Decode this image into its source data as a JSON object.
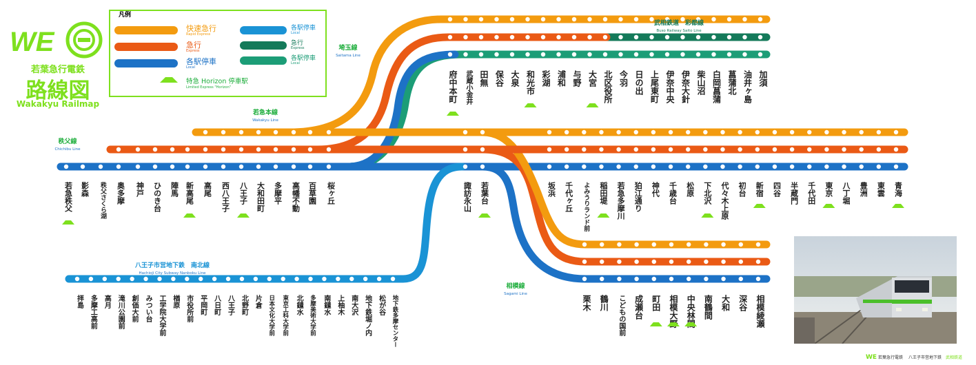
{
  "brand": {
    "logo_text": "WE",
    "name_jp": "若葉急行電鉄",
    "title_jp": "路線図",
    "title_en": "Wakakyu Railmap"
  },
  "legend": {
    "title": "凡例",
    "items": [
      {
        "jp": "快速急行",
        "en": "Rapid Express",
        "color": "#f39b0f"
      },
      {
        "jp": "急行",
        "en": "Express",
        "color": "#ea5a15"
      },
      {
        "jp": "各駅停車",
        "en": "Local",
        "color": "#1d72c6"
      },
      {
        "jp": "各駅停車",
        "en": "Local",
        "color": "#1a93d5"
      },
      {
        "jp": "急行",
        "en": "Express",
        "color": "#147a5a"
      },
      {
        "jp": "各駅停車",
        "en": "Local",
        "color": "#1c9d77"
      }
    ],
    "horizon": {
      "jp": "特急 Horizon 停車駅",
      "en": "Limited Express \"Horizon\""
    }
  },
  "line_labels": {
    "buso": {
      "jp": "武相鉄道　彩都線",
      "en": "Buso Railway Saito Line"
    },
    "saitama": {
      "jp": "埼玉線",
      "en": "Saitama Line"
    },
    "honsen": {
      "jp": "若急本線",
      "en": "Wakakyu Line"
    },
    "chichibu": {
      "jp": "秩父線",
      "en": "Chichibu Line"
    },
    "nanboku": {
      "jp": "八王子市営地下鉄　南北線",
      "en": "Hachioji City Subway Nanboku Line"
    },
    "sagami": {
      "jp": "相模線",
      "en": "Sagami Line"
    }
  },
  "saitama_stations": [
    {
      "name": "府中本町",
      "horizon": true
    },
    {
      "name": "武蔵小金井",
      "horizon": false
    },
    {
      "name": "田無",
      "horizon": false
    },
    {
      "name": "保谷",
      "horizon": false
    },
    {
      "name": "大泉",
      "horizon": false
    },
    {
      "name": "和光市",
      "horizon": true
    },
    {
      "name": "彩湖",
      "horizon": false
    },
    {
      "name": "浦和",
      "horizon": false
    },
    {
      "name": "与野",
      "horizon": false
    },
    {
      "name": "大宮",
      "horizon": true
    },
    {
      "name": "北区役所",
      "horizon": false
    },
    {
      "name": "今羽",
      "horizon": false
    },
    {
      "name": "日の出",
      "horizon": false
    },
    {
      "name": "上尾東町",
      "horizon": false
    },
    {
      "name": "伊奈中央",
      "horizon": false
    },
    {
      "name": "伊奈大針",
      "horizon": false
    },
    {
      "name": "柴山沼",
      "horizon": false
    },
    {
      "name": "白岡菖蒲",
      "horizon": false
    },
    {
      "name": "菖蒲北",
      "horizon": false
    },
    {
      "name": "油井ヶ島",
      "horizon": false
    },
    {
      "name": "加須",
      "horizon": false
    }
  ],
  "honsen_west_stations": [
    {
      "name": "若急秩父",
      "horizon": true
    },
    {
      "name": "影森",
      "horizon": false
    },
    {
      "name": "秩父さくら湖",
      "horizon": false
    },
    {
      "name": "奥多摩",
      "horizon": false
    },
    {
      "name": "神戸",
      "horizon": false
    },
    {
      "name": "ひのき台",
      "horizon": false
    },
    {
      "name": "陣馬",
      "horizon": false
    },
    {
      "name": "新高尾",
      "horizon": true
    },
    {
      "name": "高尾",
      "horizon": false
    },
    {
      "name": "西八王子",
      "horizon": false
    },
    {
      "name": "八王子",
      "horizon": true
    },
    {
      "name": "大和田町",
      "horizon": false
    },
    {
      "name": "多摩平",
      "horizon": false
    },
    {
      "name": "高幡不動",
      "horizon": false
    },
    {
      "name": "百草園",
      "horizon": false
    },
    {
      "name": "桜ヶ丘",
      "horizon": false
    },
    {
      "name": "諏訪永山",
      "horizon": false
    },
    {
      "name": "若葉台",
      "horizon": true
    }
  ],
  "honsen_east_stations": [
    {
      "name": "坂浜",
      "horizon": false
    },
    {
      "name": "千代ヶ丘",
      "horizon": false
    },
    {
      "name": "よみうりランド前",
      "horizon": false
    },
    {
      "name": "稲田堤",
      "horizon": true
    },
    {
      "name": "若急多摩川",
      "horizon": false
    },
    {
      "name": "狛江通り",
      "horizon": false
    },
    {
      "name": "神代",
      "horizon": false
    },
    {
      "name": "千歳台",
      "horizon": false
    },
    {
      "name": "松原",
      "horizon": false
    },
    {
      "name": "下北沢",
      "horizon": true
    },
    {
      "name": "代々木上原",
      "horizon": false
    },
    {
      "name": "初台",
      "horizon": false
    },
    {
      "name": "新宿",
      "horizon": true
    },
    {
      "name": "四谷",
      "horizon": false
    },
    {
      "name": "半蔵門",
      "horizon": false
    },
    {
      "name": "千代田",
      "horizon": false
    },
    {
      "name": "東京",
      "horizon": true
    },
    {
      "name": "八丁堀",
      "horizon": false
    },
    {
      "name": "豊洲",
      "horizon": false
    },
    {
      "name": "東雲",
      "horizon": false
    },
    {
      "name": "青海",
      "horizon": true
    }
  ],
  "nanboku_stations": [
    {
      "name": "拝島"
    },
    {
      "name": "多摩工高前"
    },
    {
      "name": "高月"
    },
    {
      "name": "滝川公園前"
    },
    {
      "name": "創価大前"
    },
    {
      "name": "みつい台"
    },
    {
      "name": "工学院大学前"
    },
    {
      "name": "楢原"
    },
    {
      "name": "市役所前"
    },
    {
      "name": "平岡町"
    },
    {
      "name": "八日町"
    },
    {
      "name": "八王子"
    },
    {
      "name": "北野町"
    },
    {
      "name": "片倉"
    },
    {
      "name": "日本文化大学前"
    },
    {
      "name": "東京工科大学前"
    },
    {
      "name": "北鑓水"
    },
    {
      "name": "多摩美術大学前"
    },
    {
      "name": "南鑓水"
    },
    {
      "name": "上柚木"
    },
    {
      "name": "南大沢"
    },
    {
      "name": "地下鉄堀ノ内"
    },
    {
      "name": "松が谷"
    },
    {
      "name": "地下鉄多摩センター"
    }
  ],
  "sagami_stations": [
    {
      "name": "栗木",
      "horizon": false
    },
    {
      "name": "鶴川",
      "horizon": false
    },
    {
      "name": "こどもの国前",
      "horizon": false
    },
    {
      "name": "成瀬台",
      "horizon": false
    },
    {
      "name": "町田",
      "horizon": true
    },
    {
      "name": "相模大野",
      "horizon": true
    },
    {
      "name": "中央林間",
      "horizon": true
    },
    {
      "name": "南鶴間",
      "horizon": false
    },
    {
      "name": "大和",
      "horizon": false
    },
    {
      "name": "深谷",
      "horizon": false
    },
    {
      "name": "相模綾瀬",
      "horizon": false
    }
  ],
  "footer": {
    "wakakyu": "若葉急行電鉄",
    "subway": "八王子市営地下鉄",
    "buso": "武相鉄道"
  }
}
